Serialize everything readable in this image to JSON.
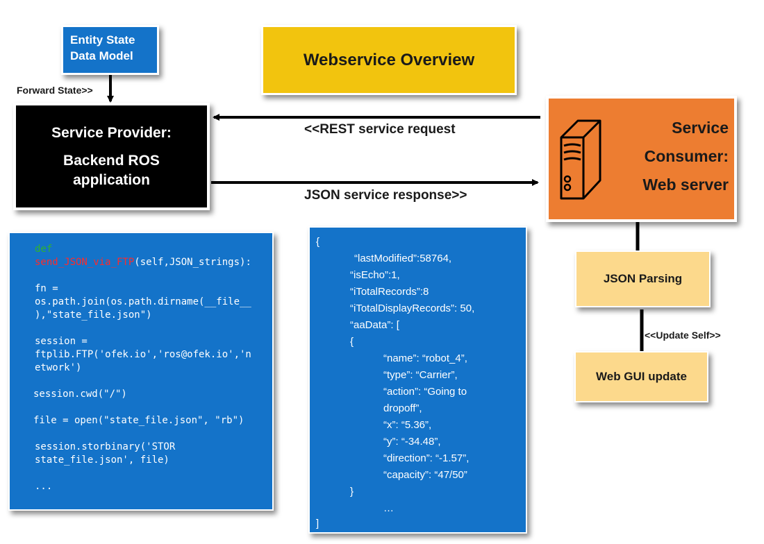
{
  "entity_box": {
    "line1": "Entity State",
    "line2": "Data Model"
  },
  "title": "Webservice Overview",
  "provider": {
    "line1": "Service Provider:",
    "line2": "Backend ROS",
    "line3": "application"
  },
  "consumer": {
    "line1": "Service",
    "line2": "Consumer:",
    "line3": "Web server"
  },
  "parsing_box": "JSON Parsing",
  "gui_box": "Web GUI update",
  "labels": {
    "forward_state": "Forward State>>",
    "rest_request": "<<REST service request",
    "json_response": "JSON service response>>",
    "update_self": "<<Update Self>>"
  },
  "python_code": {
    "def_kw": "def",
    "func_name": "send_JSON_via_FTP",
    "def_rest": "(self,JSON_strings):",
    "lines": [
      "fn =",
      "os.path.join(os.path.dirname(__file__",
      "),\"state_file.json\")",
      "session =",
      "ftplib.FTP('ofek.io','ros@ofek.io','n",
      "etwork')",
      "session.cwd(\"/\")",
      "file = open(\"state_file.json\", \"rb\")",
      "session.storbinary('STOR",
      "state_file.json', file)",
      "..."
    ]
  },
  "json_code": [
    "{",
    "“lastModified”:58764,",
    "“isEcho”:1,",
    "“iTotalRecords”:8",
    "“iTotalDisplayRecords”: 50,",
    "“aaData”: [",
    "{",
    "“name”: “robot_4”,",
    "“type”: “Carrier”,",
    "“action”: “Going to",
    "dropoff”,",
    "“x”: “5.36”,",
    "“y”: “-34.48”,",
    "“direction”: “-1.57”,",
    "“capacity”: “47/50”",
    "}",
    "…",
    "]"
  ],
  "colors": {
    "blue": "#1473c9",
    "yellow": "#f2c40e",
    "orange": "#ed7d31",
    "light_orange": "#fcd98c",
    "black": "#000000"
  },
  "icons": {
    "server": "server-tower-icon"
  }
}
